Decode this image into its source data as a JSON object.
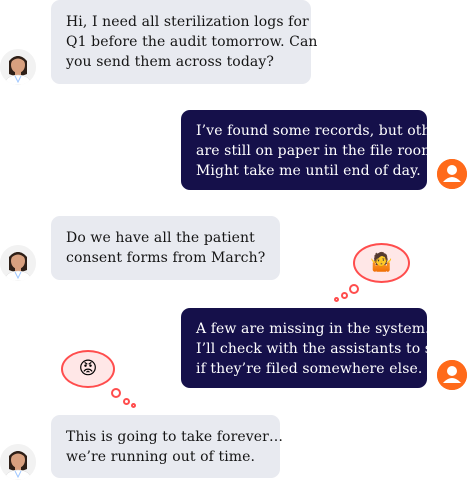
{
  "messages": [
    {
      "role": "received",
      "lines": [
        "Hi, I need all sterilization logs for",
        "Q1 before the audit tomorrow. Can",
        "you send them across today?"
      ]
    },
    {
      "role": "sent",
      "lines": [
        "I’ve found some records, but others",
        "are still on paper in the file room.",
        "Might take me until end of day."
      ]
    },
    {
      "role": "received",
      "lines": [
        "Do we have all the patient",
        "consent forms from March?"
      ]
    },
    {
      "role": "sent",
      "lines": [
        "A few are missing in the system.",
        "I’ll check with the assistants to see",
        "if they’re filed somewhere else."
      ]
    },
    {
      "role": "received",
      "lines": [
        "This is going to take forever…",
        "we’re running out of time."
      ]
    }
  ],
  "thoughts": {
    "user": {
      "emoji": "🤷"
    },
    "doctor": {
      "emoji": "😡"
    }
  },
  "icons": {
    "doctor_avatar": "doctor-avatar-icon",
    "user_avatar": "user-icon"
  },
  "colors": {
    "received_bubble": "#e8eaf0",
    "sent_bubble": "#15104a",
    "user_avatar": "#ff6a1a",
    "thought_border": "#ff4d4d",
    "thought_fill": "#ffe7e7"
  }
}
